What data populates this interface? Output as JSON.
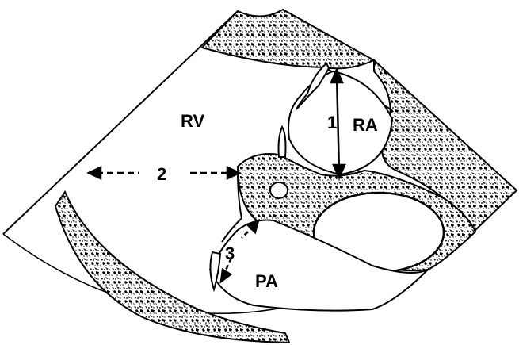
{
  "labels": {
    "rv": "RV",
    "ra": "RA",
    "pa": "PA",
    "m1": "1",
    "m2": "2",
    "m3": "3"
  },
  "colors": {
    "ink": "#000000",
    "paper": "#ffffff"
  }
}
